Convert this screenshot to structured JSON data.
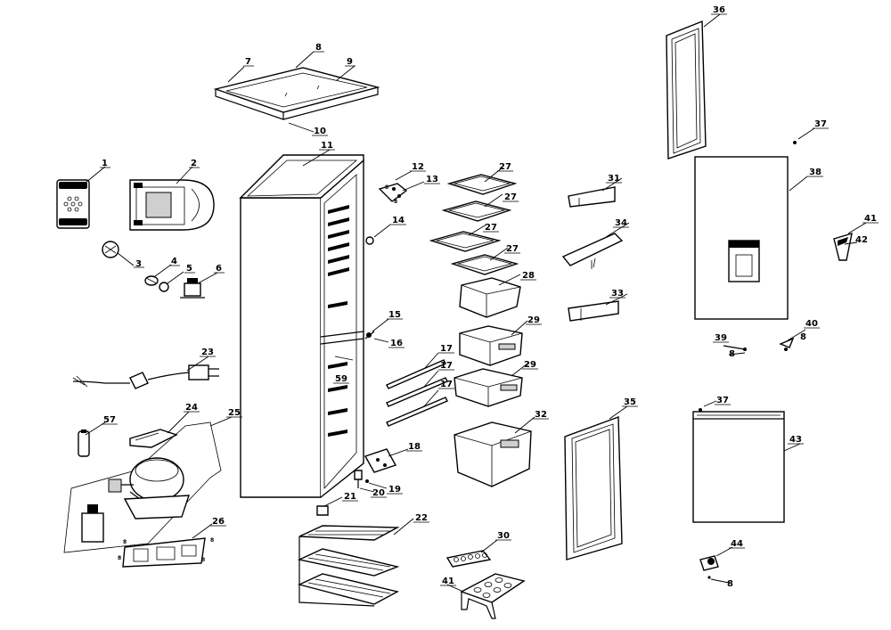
{
  "labels": [
    {
      "id": "c1",
      "text": "1"
    },
    {
      "id": "c2",
      "text": "2"
    },
    {
      "id": "c3",
      "text": "3"
    },
    {
      "id": "c4",
      "text": "4"
    },
    {
      "id": "c5",
      "text": "5"
    },
    {
      "id": "c6",
      "text": "6"
    },
    {
      "id": "c7",
      "text": "7"
    },
    {
      "id": "c8a",
      "text": "8"
    },
    {
      "id": "c9",
      "text": "9"
    },
    {
      "id": "c10",
      "text": "10"
    },
    {
      "id": "c11",
      "text": "11"
    },
    {
      "id": "c12",
      "text": "12"
    },
    {
      "id": "c13",
      "text": "13"
    },
    {
      "id": "c14",
      "text": "14"
    },
    {
      "id": "c15",
      "text": "15"
    },
    {
      "id": "c16",
      "text": "16"
    },
    {
      "id": "c17a",
      "text": "17"
    },
    {
      "id": "c17b",
      "text": "17"
    },
    {
      "id": "c17c",
      "text": "17"
    },
    {
      "id": "c18",
      "text": "18"
    },
    {
      "id": "c19",
      "text": "19"
    },
    {
      "id": "c20",
      "text": "20"
    },
    {
      "id": "c21",
      "text": "21"
    },
    {
      "id": "c22",
      "text": "22"
    },
    {
      "id": "c23",
      "text": "23"
    },
    {
      "id": "c24",
      "text": "24"
    },
    {
      "id": "c25",
      "text": "25"
    },
    {
      "id": "c26",
      "text": "26"
    },
    {
      "id": "c27a",
      "text": "27"
    },
    {
      "id": "c27b",
      "text": "27"
    },
    {
      "id": "c27c",
      "text": "27"
    },
    {
      "id": "c27d",
      "text": "27"
    },
    {
      "id": "c28",
      "text": "28"
    },
    {
      "id": "c29a",
      "text": "29"
    },
    {
      "id": "c29b",
      "text": "29"
    },
    {
      "id": "c30",
      "text": "30"
    },
    {
      "id": "c31",
      "text": "31"
    },
    {
      "id": "c32",
      "text": "32"
    },
    {
      "id": "c33",
      "text": "33"
    },
    {
      "id": "c34",
      "text": "34"
    },
    {
      "id": "c35",
      "text": "35"
    },
    {
      "id": "c36",
      "text": "36"
    },
    {
      "id": "c37a",
      "text": "37"
    },
    {
      "id": "c37b",
      "text": "37"
    },
    {
      "id": "c38",
      "text": "38"
    },
    {
      "id": "c39",
      "text": "39"
    },
    {
      "id": "c40",
      "text": "40"
    },
    {
      "id": "c41a",
      "text": "41"
    },
    {
      "id": "c41b",
      "text": "41"
    },
    {
      "id": "c42",
      "text": "42"
    },
    {
      "id": "c43",
      "text": "43"
    },
    {
      "id": "c44",
      "text": "44"
    },
    {
      "id": "c57",
      "text": "57"
    },
    {
      "id": "c59",
      "text": "59"
    },
    {
      "id": "c8b",
      "text": "8"
    },
    {
      "id": "c8c",
      "text": "8"
    },
    {
      "id": "c8d",
      "text": "8"
    },
    {
      "id": "c8e",
      "text": "8"
    },
    {
      "id": "c8f",
      "text": "8"
    },
    {
      "id": "c8g",
      "text": "8"
    },
    {
      "id": "c8h",
      "text": "8"
    },
    {
      "id": "c8i",
      "text": "8"
    },
    {
      "id": "c8j",
      "text": "8"
    }
  ]
}
